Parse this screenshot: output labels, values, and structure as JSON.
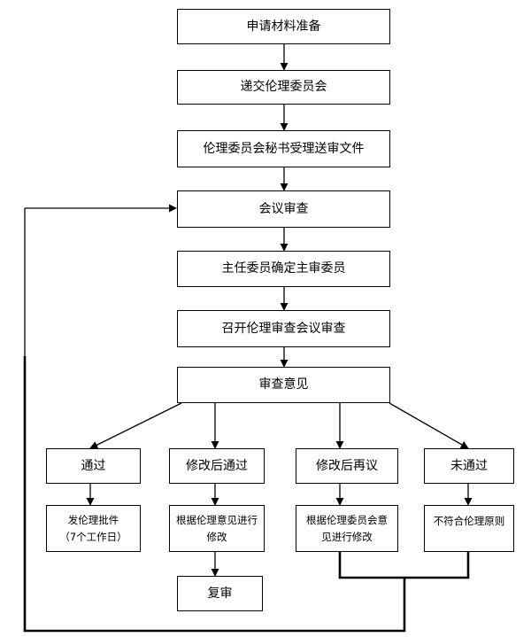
{
  "nodes": {
    "prepare": "申请材料准备",
    "submit": "递交伦理委员会",
    "secretary": "伦理委员会秘书受理送审文件",
    "meeting": "会议审查",
    "chair": "主任委员确定主审委员",
    "convene": "召开伦理审查会议审查",
    "opinion": "审查意见",
    "pass": "通过",
    "modify_pass": "修改后通过",
    "modify_again": "修改后再议",
    "fail": "未通过",
    "issue_line1": "发伦理批件",
    "issue_line2": "（7个工作日）",
    "revise_line1": "根据伦理意见进行",
    "revise_line2": "修改",
    "revise2_line1": "根据伦理委员会意",
    "revise2_line2": "见进行修改",
    "noncompliant": "不符合伦理原则",
    "recheck": "复审"
  }
}
